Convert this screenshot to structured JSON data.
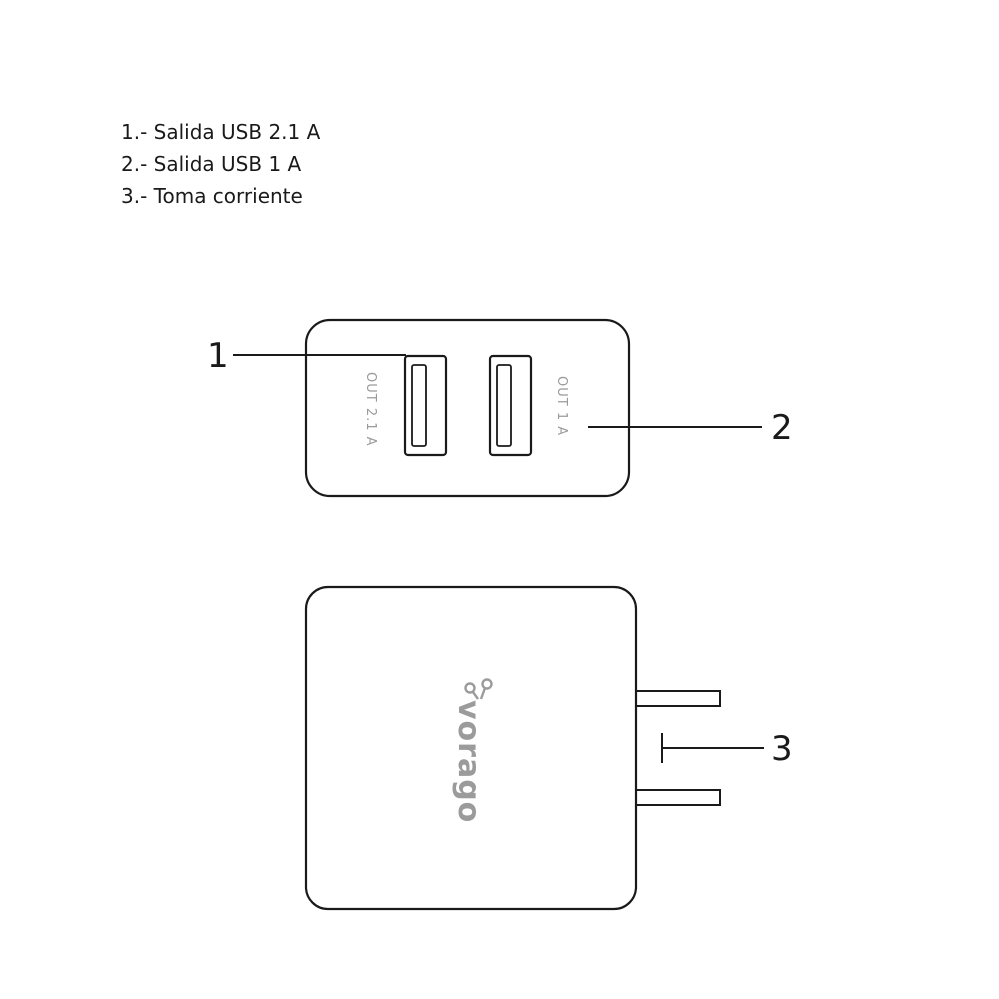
{
  "legend": {
    "items": [
      "1.- Salida USB 2.1 A",
      "2.- Salida USB 1 A",
      "3.- Toma corriente"
    ]
  },
  "callouts": {
    "one": "1",
    "two": "2",
    "three": "3"
  },
  "ports": {
    "port1_label": "OUT 2.1 A",
    "port2_label": "OUT 1 A"
  },
  "brand": {
    "logo_text": "vorago"
  },
  "colors": {
    "line": "#1a1a1a",
    "label_gray": "#9a9a9a",
    "logo_gray": "#9b9b9b"
  }
}
